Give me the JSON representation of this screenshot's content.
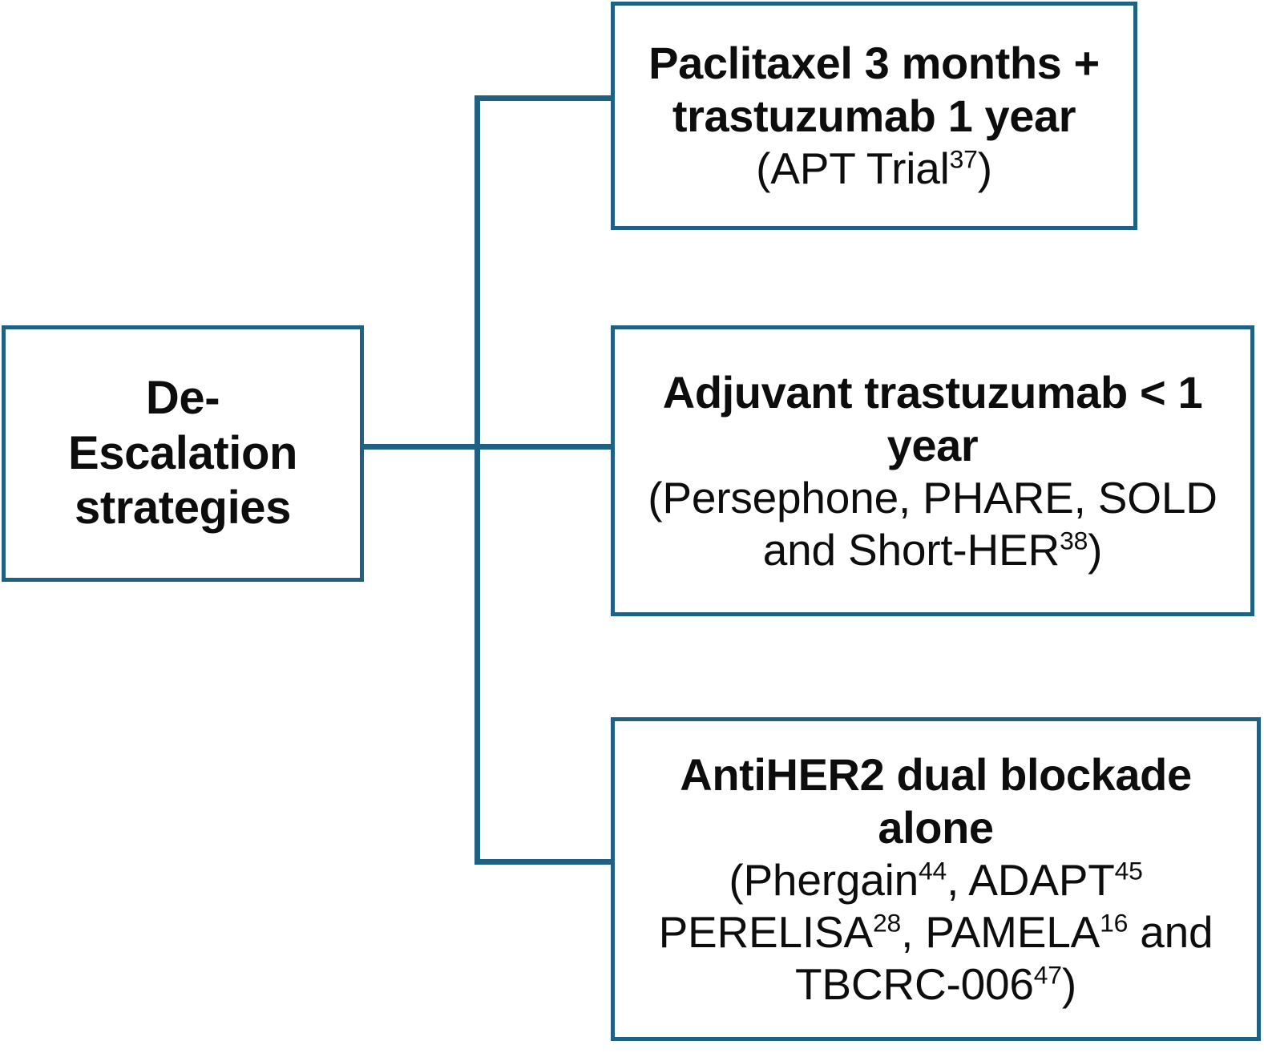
{
  "diagram": {
    "type": "flowchart",
    "title": "De-Escalation strategies",
    "orientation": "left-to-right",
    "accent_color": "#1f6183",
    "background_color": "#ffffff",
    "text_color": "#0d0d0d",
    "root": {
      "id": "de-escalation-strategies",
      "lines": [
        {
          "text": "De-",
          "weight": "bold"
        },
        {
          "text": "Escalation",
          "weight": "bold"
        },
        {
          "text": "strategies",
          "weight": "bold"
        }
      ]
    },
    "children": [
      {
        "id": "paclitaxel-trastuzumab",
        "lines": [
          {
            "text": "Paclitaxel 3 months +",
            "weight": "bold"
          },
          {
            "text": "trastuzumab 1 year",
            "weight": "bold"
          }
        ],
        "reference_line": {
          "prefix": "(APT Trial",
          "superscript": "37",
          "suffix": ")"
        }
      },
      {
        "id": "adjuvant-trastuzumab-under-1-year",
        "lines": [
          {
            "text": "Adjuvant trastuzumab < 1",
            "weight": "bold"
          },
          {
            "text": "year",
            "weight": "bold"
          }
        ],
        "reference_lines": [
          {
            "prefix": "(Persephone, PHARE, SOLD",
            "superscript": "",
            "suffix": ""
          },
          {
            "prefix": "and Short-HER",
            "superscript": "38",
            "suffix": ")"
          }
        ]
      },
      {
        "id": "antiher2-dual-blockade-alone",
        "lines": [
          {
            "text": "AntiHER2 dual blockade",
            "weight": "bold"
          },
          {
            "text": "alone",
            "weight": "bold"
          }
        ],
        "reference_lines": [
          {
            "segments": [
              {
                "text": "(Phergain"
              },
              {
                "sup": "44"
              },
              {
                "text": ", ADAPT"
              },
              {
                "sup": "45"
              }
            ]
          },
          {
            "segments": [
              {
                "text": "PERELISA"
              },
              {
                "sup": "28"
              },
              {
                "text": ", PAMELA"
              },
              {
                "sup": "16"
              },
              {
                "text": " and"
              }
            ]
          },
          {
            "segments": [
              {
                "text": "TBCRC-006"
              },
              {
                "sup": "47"
              },
              {
                "text": ")"
              }
            ]
          }
        ]
      }
    ],
    "connectors": [
      {
        "id": "root-to-trunk",
        "kind": "horizontal"
      },
      {
        "id": "trunk",
        "kind": "vertical"
      },
      {
        "id": "trunk-to-child-1",
        "kind": "horizontal"
      },
      {
        "id": "trunk-to-child-2",
        "kind": "horizontal"
      },
      {
        "id": "trunk-to-child-3",
        "kind": "horizontal"
      }
    ]
  }
}
